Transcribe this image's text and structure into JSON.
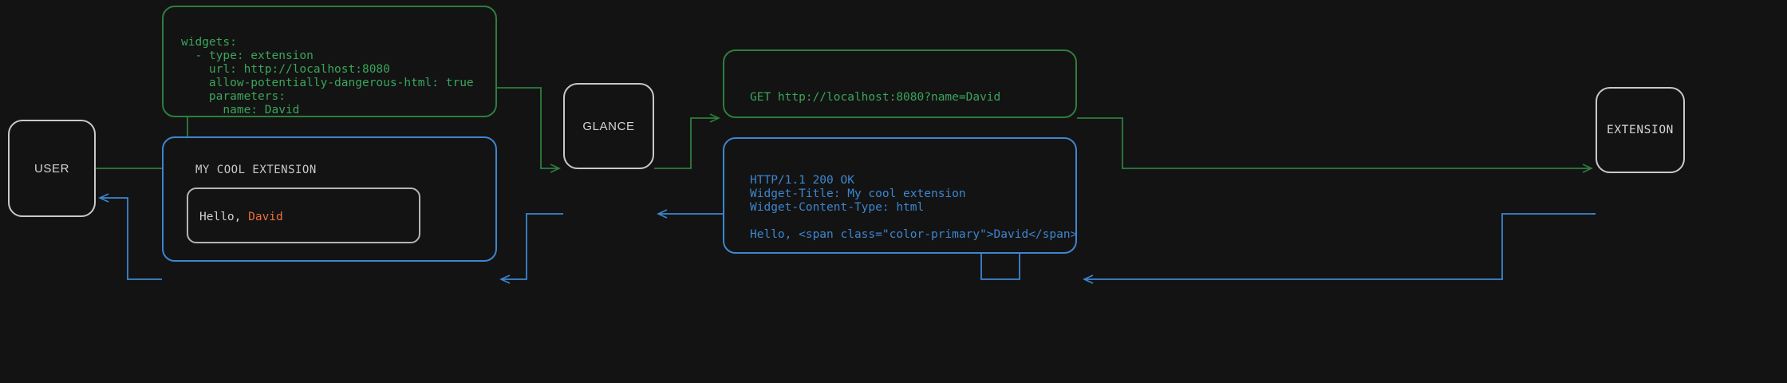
{
  "theme": {
    "background": "#131313",
    "node_border": "#c9c9c9",
    "request_green": "#2f7d3e",
    "request_green_text": "#3aa55a",
    "response_blue": "#3d86d0",
    "accent_orange": "#e8703a",
    "body_text": "#d0d0d0"
  },
  "nodes": {
    "user": {
      "label": "USER"
    },
    "glance": {
      "label": "GLANCE"
    },
    "extension": {
      "label": "EXTENSION"
    }
  },
  "messages": {
    "config_yaml": {
      "text": "widgets:\n  - type: extension\n    url: http://localhost:8080\n    allow-potentially-dangerous-html: true\n    parameters:\n      name: David"
    },
    "http_request": {
      "text": "GET http://localhost:8080?name=David"
    },
    "http_response": {
      "text": "HTTP/1.1 200 OK\nWidget-Title: My cool extension\nWidget-Content-Type: html\n\nHello, <span class=\"color-primary\">David</span>"
    }
  },
  "widget_preview": {
    "title": "MY COOL EXTENSION",
    "greeting_prefix": "Hello, ",
    "greeting_name": "David"
  },
  "connectors": [
    {
      "name": "user-to-config",
      "color": "#2f7d3e",
      "direction": "right"
    },
    {
      "name": "config-to-glance",
      "color": "#2f7d3e",
      "direction": "right"
    },
    {
      "name": "glance-to-request",
      "color": "#2f7d3e",
      "direction": "right"
    },
    {
      "name": "request-to-extension",
      "color": "#2f7d3e",
      "direction": "right"
    },
    {
      "name": "extension-to-response",
      "color": "#3d86d0",
      "direction": "left"
    },
    {
      "name": "response-to-glance",
      "color": "#3d86d0",
      "direction": "left"
    },
    {
      "name": "glance-to-widget",
      "color": "#3d86d0",
      "direction": "left"
    },
    {
      "name": "widget-to-user",
      "color": "#3d86d0",
      "direction": "left"
    }
  ]
}
